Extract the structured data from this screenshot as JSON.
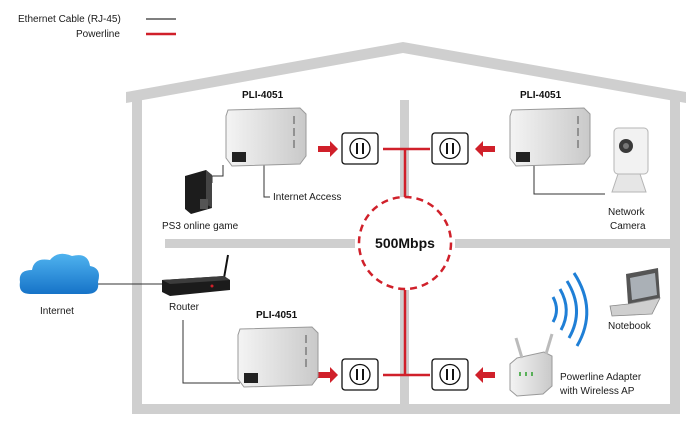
{
  "legend": {
    "ethernet_label": "Ethernet Cable (RJ-45)",
    "powerline_label": "Powerline",
    "ethernet_color": "#333333",
    "powerline_color": "#d0202a"
  },
  "colors": {
    "house_wall": "#cfcfcf",
    "powerline": "#d0202a",
    "ethernet": "#333333"
  },
  "devices": {
    "adapter_top_left": "PLI-4051",
    "adapter_top_right": "PLI-4051",
    "adapter_bottom_left": "PLI-4051"
  },
  "labels": {
    "internet_access": "Internet Access",
    "ps3": "PS3 online game",
    "network_camera_line1": "Network",
    "network_camera_line2": "Camera",
    "internet": "Internet",
    "router": "Router",
    "notebook": "Notebook",
    "wireless_line1": "Powerline Adapter",
    "wireless_line2": "with Wireless AP"
  },
  "speed": "500Mbps"
}
